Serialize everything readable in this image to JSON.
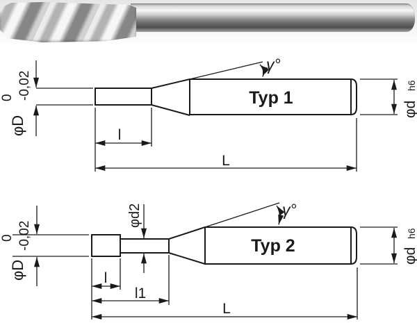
{
  "colors": {
    "line": "#1a1a1a",
    "background": "#ffffff",
    "metal_light": "#f6f6f6",
    "metal_dark": "#4f4f4f"
  },
  "photo": {
    "subject": "two-flute end mill"
  },
  "typ1": {
    "title": "Typ 1",
    "angle": "γ°",
    "cut_dia": "φD",
    "tol_upper": "0",
    "tol_lower": "-0,02",
    "shank_dia": "φd",
    "shank_fit": "h6",
    "flute_length": "l",
    "overall_length": "L"
  },
  "typ2": {
    "title": "Typ 2",
    "angle": "γ°",
    "cut_dia": "φD",
    "tol_upper": "0",
    "tol_lower": "-0,02",
    "neck_dia": "φd2",
    "shank_dia": "φd",
    "shank_fit": "h6",
    "flute_length": "l",
    "reach_length": "l1",
    "overall_length": "L"
  }
}
